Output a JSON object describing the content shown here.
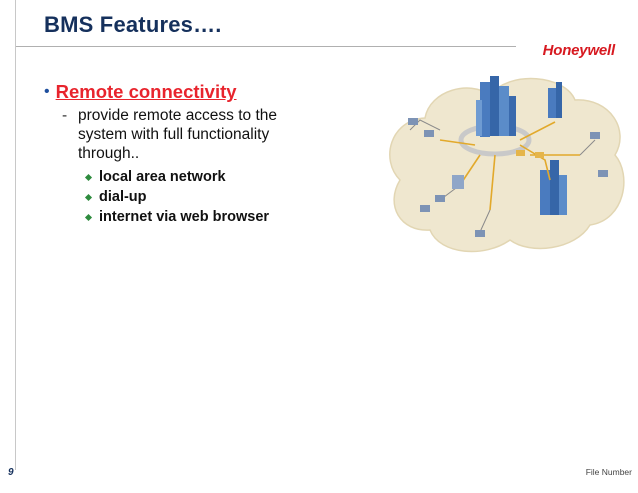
{
  "slide": {
    "title": "BMS Features….",
    "brand": "Honeywell",
    "page_number": "9",
    "footer_text": "File Number"
  },
  "content": {
    "bullet": "Remote connectivity",
    "sub": "provide remote access to the system with full functionality through..",
    "items": [
      "local area network",
      "dial-up",
      "internet via web browser"
    ]
  },
  "colors": {
    "title": "#15305c",
    "brand": "#d71920",
    "bullet": "#e8242d",
    "item_diamond": "#2e8b3e"
  }
}
